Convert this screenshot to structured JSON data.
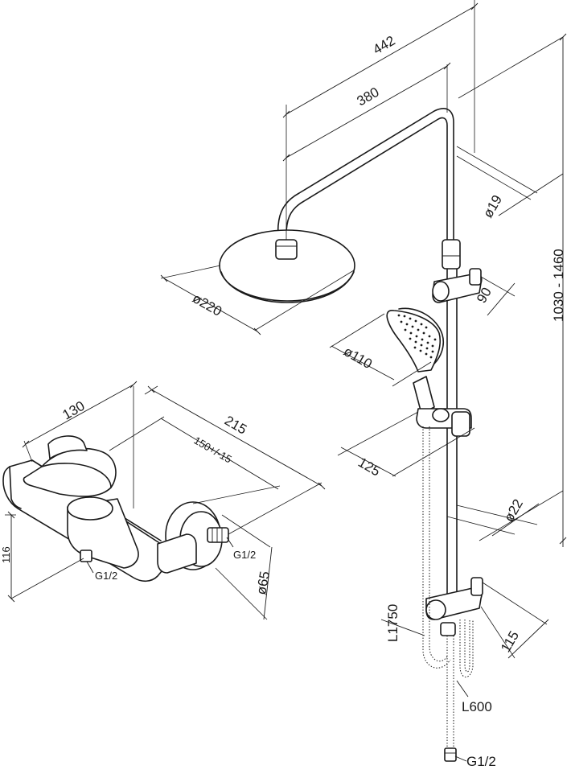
{
  "dimensions": {
    "overall_width": "442",
    "arm_length": "380",
    "rail_diameter": "ø19",
    "total_height": "1030 - 1460",
    "slider_offset": "90",
    "overhead_diameter": "ø220",
    "hand_diameter": "ø110",
    "hand_projection": "125",
    "riser_diameter": "ø22",
    "bracket_projection": "115",
    "hose_main": "L1750",
    "hose_short": "L600",
    "thread_bottom": "G1/2",
    "mixer_depth": "130",
    "mixer_width": "215",
    "mixer_centres": "150+/-15",
    "mixer_height": "116",
    "mixer_inlet_left": "G1/2",
    "mixer_inlet_right": "G1/2",
    "flange_diameter": "ø65"
  }
}
